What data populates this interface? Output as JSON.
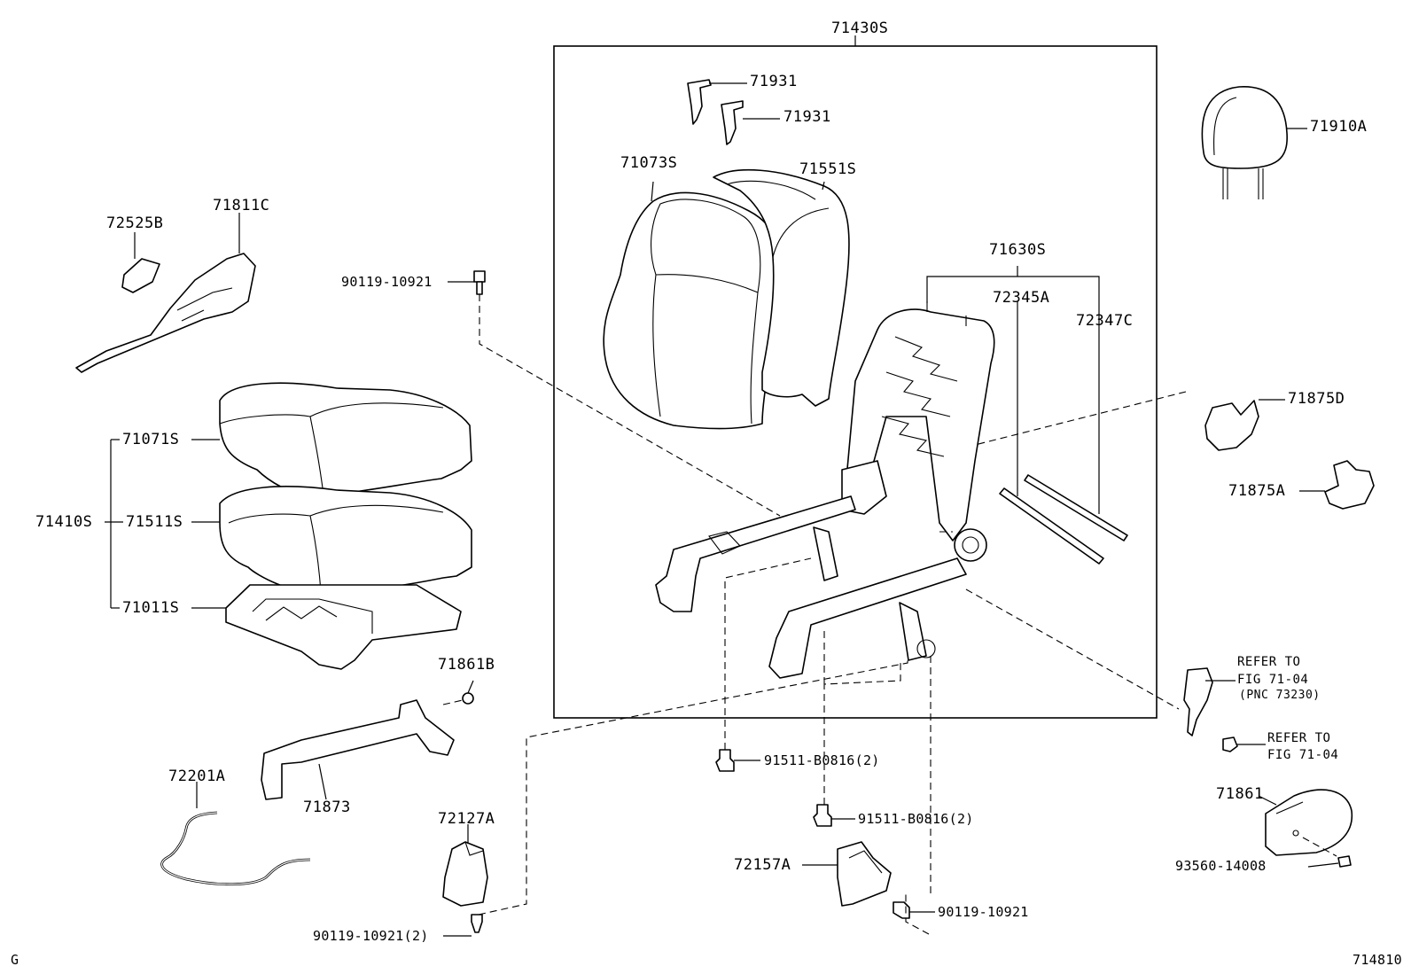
{
  "diagram": {
    "figure_id": "714810",
    "corner_mark": "G",
    "assembly_box_label": "71430S",
    "labels": {
      "p71931a": "71931",
      "p71931b": "71931",
      "p71073s": "71073S",
      "p71551s": "71551S",
      "p71630s": "71630S",
      "p72345a": "72345A",
      "p72347c": "72347C",
      "p71910a": "71910A",
      "p71875d": "71875D",
      "p71875a": "71875A",
      "p72525b": "72525B",
      "p71811c": "71811C",
      "p90119a": "90119-10921",
      "p71071s": "71071S",
      "p71410s": "71410S",
      "p71511s": "71511S",
      "p71011s": "71011S",
      "p71861b": "71861B",
      "p72201a": "72201A",
      "p71873": "71873",
      "p72127a": "72127A",
      "p90119b": "90119-10921(2)",
      "p91511a": "91511-B0816(2)",
      "p91511b": "91511-B0816(2)",
      "p72157a": "72157A",
      "p90119c": "90119-10921",
      "p71861": "71861",
      "p93560": "93560-14008"
    },
    "refer1": {
      "line1": "REFER TO",
      "line2": "FIG 71-04",
      "line3": "(PNC 73230)"
    },
    "refer2": {
      "line1": "REFER TO",
      "line2": "FIG 71-04"
    }
  }
}
